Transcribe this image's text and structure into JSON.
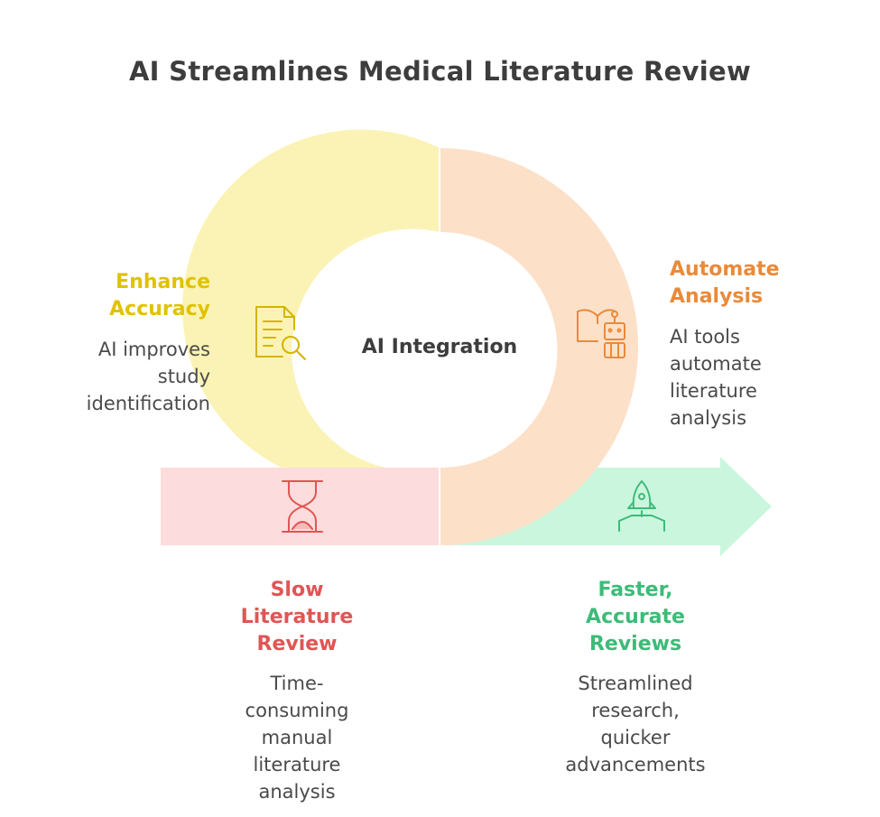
{
  "title": "AI Streamlines Medical Literature Review",
  "center": {
    "label": "AI Integration"
  },
  "stages": {
    "enhance": {
      "title_lines": [
        "Enhance",
        "Accuracy"
      ],
      "desc_lines": [
        "AI improves",
        "study",
        "identification"
      ],
      "icon": "document-search-icon",
      "color": "#e0c200"
    },
    "automate": {
      "title_lines": [
        "Automate",
        "Analysis"
      ],
      "desc_lines": [
        "AI tools",
        "automate",
        "literature",
        "analysis"
      ],
      "icon": "book-robot-icon",
      "color": "#e98a3a"
    },
    "slow": {
      "title_lines": [
        "Slow",
        "Literature",
        "Review"
      ],
      "desc_lines": [
        "Time-",
        "consuming",
        "manual",
        "literature",
        "analysis"
      ],
      "icon": "hourglass-icon",
      "color": "#e05555"
    },
    "faster": {
      "title_lines": [
        "Faster,",
        "Accurate",
        "Reviews"
      ],
      "desc_lines": [
        "Streamlined",
        "research,",
        "quicker",
        "advancements"
      ],
      "icon": "rocket-icon",
      "color": "#3dbb78"
    }
  },
  "colors": {
    "yellow_fill": "#fbf3b5",
    "orange_fill": "#fde0c8",
    "red_fill": "#fcdcdc",
    "green_fill": "#caf6dd",
    "title_text": "#3d3d3d",
    "body_text": "#4a4a4a"
  }
}
